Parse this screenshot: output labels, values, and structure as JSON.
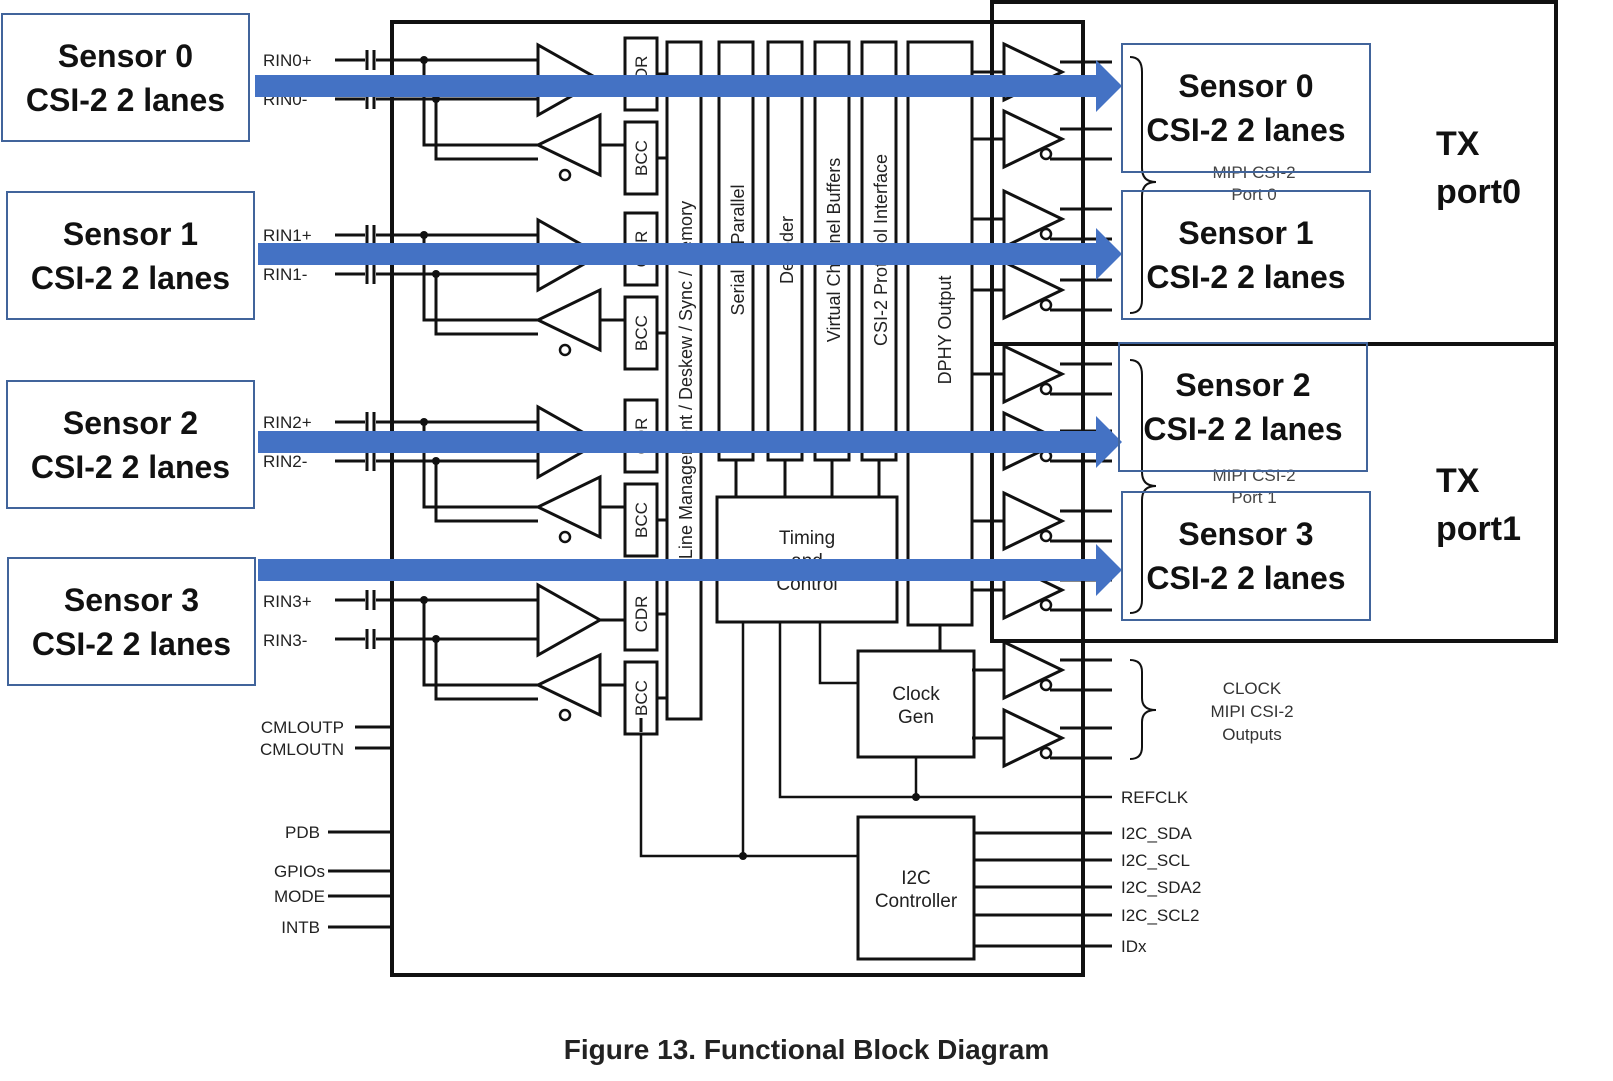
{
  "caption": "Figure 13.  Functional Block Diagram",
  "sources": [
    {
      "name": "Sensor 0",
      "detail": "CSI-2 2 lanes"
    },
    {
      "name": "Sensor 1",
      "detail": "CSI-2 2 lanes"
    },
    {
      "name": "Sensor 2",
      "detail": "CSI-2 2 lanes"
    },
    {
      "name": "Sensor 3",
      "detail": "CSI-2 2 lanes"
    }
  ],
  "outputs": [
    {
      "name": "Sensor 0",
      "detail": "CSI-2 2 lanes"
    },
    {
      "name": "Sensor 1",
      "detail": "CSI-2 2 lanes"
    },
    {
      "name": "Sensor 2",
      "detail": "CSI-2 2 lanes"
    },
    {
      "name": "Sensor 3",
      "detail": "CSI-2 2 lanes"
    }
  ],
  "tx_ports": [
    {
      "line1": "TX",
      "line2": "port0"
    },
    {
      "line1": "TX",
      "line2": "port1"
    }
  ],
  "pins_left": {
    "rin": [
      "RIN0+",
      "RIN0-",
      "RIN1+",
      "RIN1-",
      "RIN2+",
      "RIN2-",
      "RIN3+",
      "RIN3-"
    ],
    "misc": [
      "CMLOUTP",
      "CMLOUTN",
      "PDB",
      "GPIOs",
      "MODE",
      "INTB"
    ]
  },
  "pins_right": [
    "REFCLK",
    "I2C_SDA",
    "I2C_SCL",
    "I2C_SDA2",
    "I2C_SCL2",
    "IDx"
  ],
  "blocks": {
    "cdr": "CDR",
    "bcc": "BCC",
    "memory": "Line Management / Deskew / Sync / Memory",
    "serial": "Serial to Parallel",
    "decoder": "Decoder",
    "vc_buffers": "Virtual Channel Buffers",
    "csi_protocol": "CSI-2 Protocol Interface",
    "dphy": "DPHY Output",
    "timing": [
      "Timing",
      "and",
      "Control"
    ],
    "clock_gen": [
      "Clock",
      "Gen"
    ],
    "i2c": [
      "I2C",
      "Controller"
    ]
  },
  "port_labels": [
    {
      "l1": "MIPI CSI-2",
      "l2": "Port 0"
    },
    {
      "l1": "MIPI CSI-2",
      "l2": "Port 1"
    }
  ],
  "clock_outputs": [
    "CLOCK",
    "MIPI CSI-2",
    "Outputs"
  ],
  "colors": {
    "arrow": "#4472c4",
    "box_border": "#41649b",
    "line": "#111111"
  }
}
